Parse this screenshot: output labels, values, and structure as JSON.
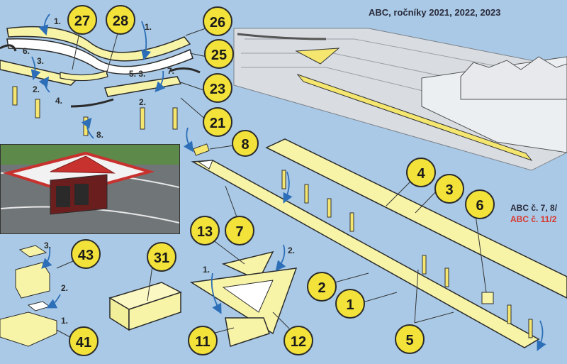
{
  "header": {
    "title": "ABC, ročníky 2021, 2022, 2023"
  },
  "side_note": {
    "line1": "ABC č. 7, 8/",
    "line2": "ABC č. 11/2"
  },
  "colors": {
    "background": "#a9c9e6",
    "part_fill": "#f7f4a8",
    "part_stroke": "#2b2b2b",
    "badge_fill": "#f2e23a",
    "arrow": "#2c6fb8",
    "accent_red": "#d8382e",
    "photo_roof": "#c8322e"
  },
  "part_labels": {
    "p27": "27",
    "p28": "28",
    "p26": "26",
    "p25": "25",
    "p23": "23",
    "p21": "21",
    "p8": "8",
    "p4": "4",
    "p3": "3",
    "p6": "6",
    "p13": "13",
    "p7": "7",
    "p43": "43",
    "p31": "31",
    "p2": "2",
    "p1": "1",
    "p5": "5",
    "p11": "11",
    "p12": "12",
    "p41": "41"
  },
  "step_labels": {
    "s_top1": "1.",
    "s_top2": "1.",
    "s_6": "6.",
    "s_3": "3.",
    "s_2": "2.",
    "s_4": "4.",
    "s_53": "5. 3.",
    "s_7": "7.",
    "s_2b": "2.",
    "s_8": "8.",
    "s_43_3": "3.",
    "s_43_2": "2.",
    "s_41_1": "1.",
    "s_13_2": "2.",
    "s_11_1": "1."
  }
}
